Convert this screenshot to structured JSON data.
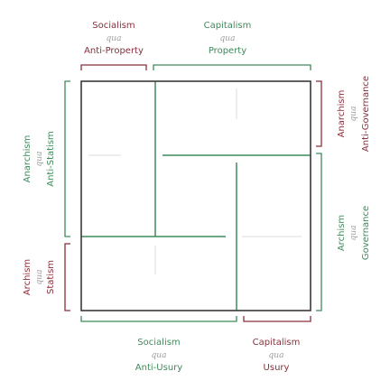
{
  "colors": {
    "red": "#8b2e3a",
    "green": "#3f8a5b",
    "qua": "#9c9c9c",
    "frame": "#3a3a3a",
    "faint": "#e2e2e2"
  },
  "top": {
    "left": {
      "top": "Socialism",
      "mid": "qua",
      "bottom": "Anti-Property"
    },
    "right": {
      "top": "Capitalism",
      "mid": "qua",
      "bottom": "Property"
    }
  },
  "bottom": {
    "left": {
      "top": "Socialism",
      "mid": "qua",
      "bottom": "Anti-Usury"
    },
    "right": {
      "top": "Capitalism",
      "mid": "qua",
      "bottom": "Usury"
    }
  },
  "left": {
    "upper": {
      "outer": "Anarchism",
      "mid": "qua",
      "inner": "Anti-Statism"
    },
    "lower": {
      "outer": "Archism",
      "mid": "qua",
      "inner": "Statism"
    }
  },
  "right": {
    "upper": {
      "inner": "Anarchism",
      "mid": "qua",
      "outer": "Anti-Governance"
    },
    "lower": {
      "inner": "Archism",
      "mid": "qua",
      "outer": "Governance"
    }
  }
}
